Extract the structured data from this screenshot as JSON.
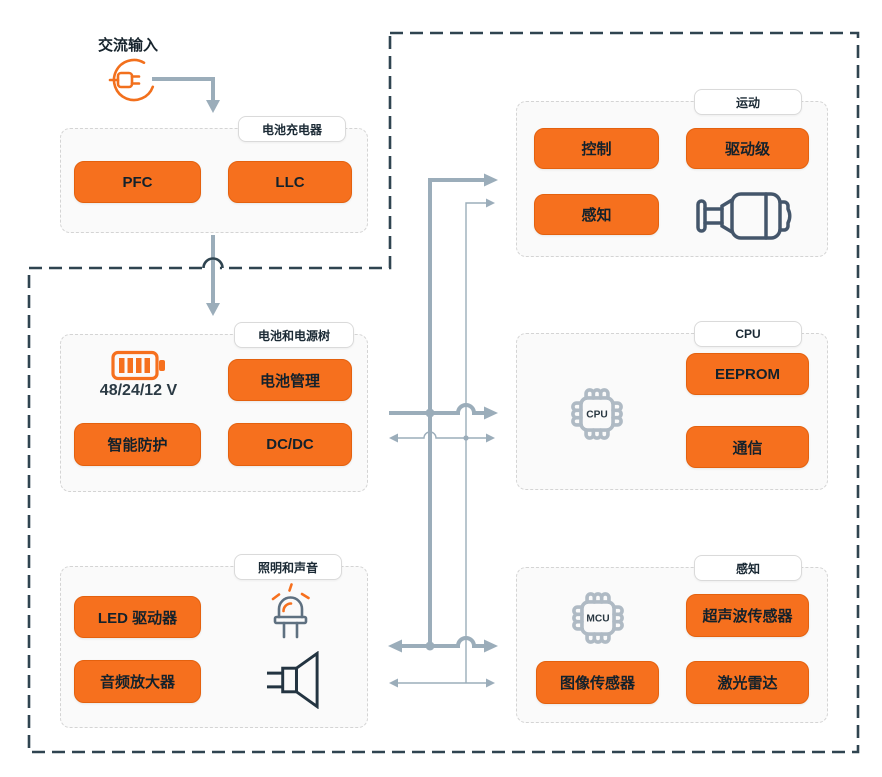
{
  "colors": {
    "accent_orange": "#f6701e",
    "orange_border": "#e4610e",
    "connector_gray": "#9badba",
    "boundary_navy": "#2f4450",
    "panel_bg": "#fafafa",
    "text_dark": "#1b2a35",
    "chip_gray": "#afbac4"
  },
  "ac_input": {
    "label": "交流输入",
    "icon": "plug-icon"
  },
  "boxes": {
    "charger": {
      "label": "电池充电器",
      "buttons": [
        "PFC",
        "LLC"
      ]
    },
    "battery": {
      "label": "电池和电源树",
      "voltage": "48/24/12 V",
      "icon": "battery-icon",
      "buttons": [
        "电池管理",
        "智能防护",
        "DC/DC"
      ]
    },
    "lighting": {
      "label": "照明和声音",
      "icons": [
        "led-icon",
        "speaker-icon"
      ],
      "buttons": [
        "LED 驱动器",
        "音频放大器"
      ]
    },
    "motion": {
      "label": "运动",
      "icon": "motor-icon",
      "buttons": [
        "控制",
        "驱动级",
        "感知"
      ]
    },
    "cpu": {
      "label": "CPU",
      "chip_text": "CPU",
      "icon": "cpu-chip-icon",
      "buttons": [
        "EEPROM",
        "通信"
      ]
    },
    "sensing": {
      "label": "感知",
      "chip_text": "MCU",
      "icon": "mcu-chip-icon",
      "buttons": [
        "超声波传感器",
        "图像传感器",
        "激光雷达"
      ]
    }
  }
}
